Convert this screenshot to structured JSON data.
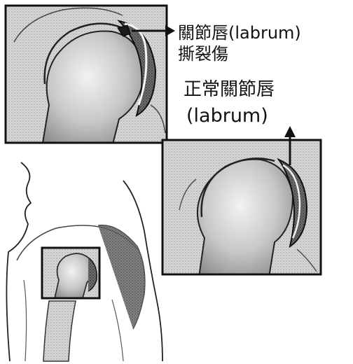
{
  "labels": {
    "torn_line1": "關節唇(labrum)",
    "torn_line2": "撕裂傷",
    "normal_line1": "正常關節唇",
    "normal_line2": "(labrum)"
  },
  "colors": {
    "ink": "#111111",
    "stipple_light": "#cfcfcf",
    "stipple_mid": "#9a9a9a",
    "stipple_dark": "#3a3a3a",
    "background": "#ffffff"
  }
}
